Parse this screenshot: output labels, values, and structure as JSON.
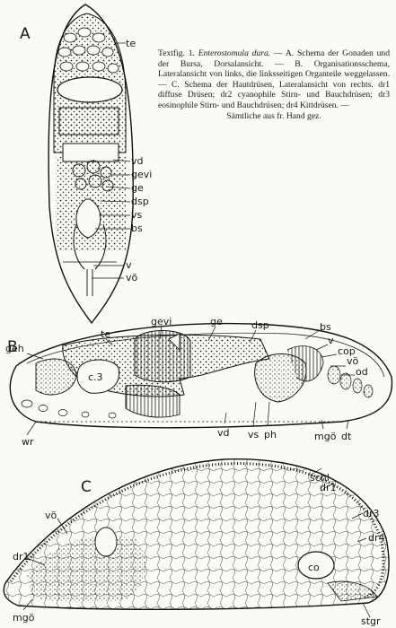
{
  "caption": {
    "prefix": "Textfig. 1.",
    "species": "Enterostomula dura.",
    "body": "— A. Schema der Gonaden und der Bursa, Dorsalansicht. — B. Organisationsschema, Lateralansicht von links, die linksseitigen Organteile weggelassen. — C. Schema der Hautdrüsen, Lateralansicht von rechts. dr1 diffuse Drüsen; dr2 cyanophile Stirn- und Bauchdrüsen; dr3 eosinophile Stirn- und Bauchdrüsen; dr4 Kittdrüsen. —",
    "last": "Sämtliche aus fr. Hand gez."
  },
  "figure_A": {
    "letter": "A",
    "labels": [
      "te",
      "vd",
      "gevi",
      "ge",
      "dsp",
      "vs",
      "bs",
      "v",
      "vö"
    ]
  },
  "figure_B": {
    "letter": "B",
    "labels": [
      "te",
      "gevi",
      "ge",
      "dsp",
      "bs",
      "geh",
      "v",
      "cop",
      "vö",
      "od",
      "c.3",
      "wr",
      "vd",
      "vs",
      "ph",
      "mgö",
      "dt"
    ]
  },
  "figure_C": {
    "letter": "C",
    "labels": [
      "schl",
      "dr1",
      "vö",
      "dr1",
      "dr3",
      "dr4",
      "co",
      "mgö",
      "stgr"
    ]
  }
}
